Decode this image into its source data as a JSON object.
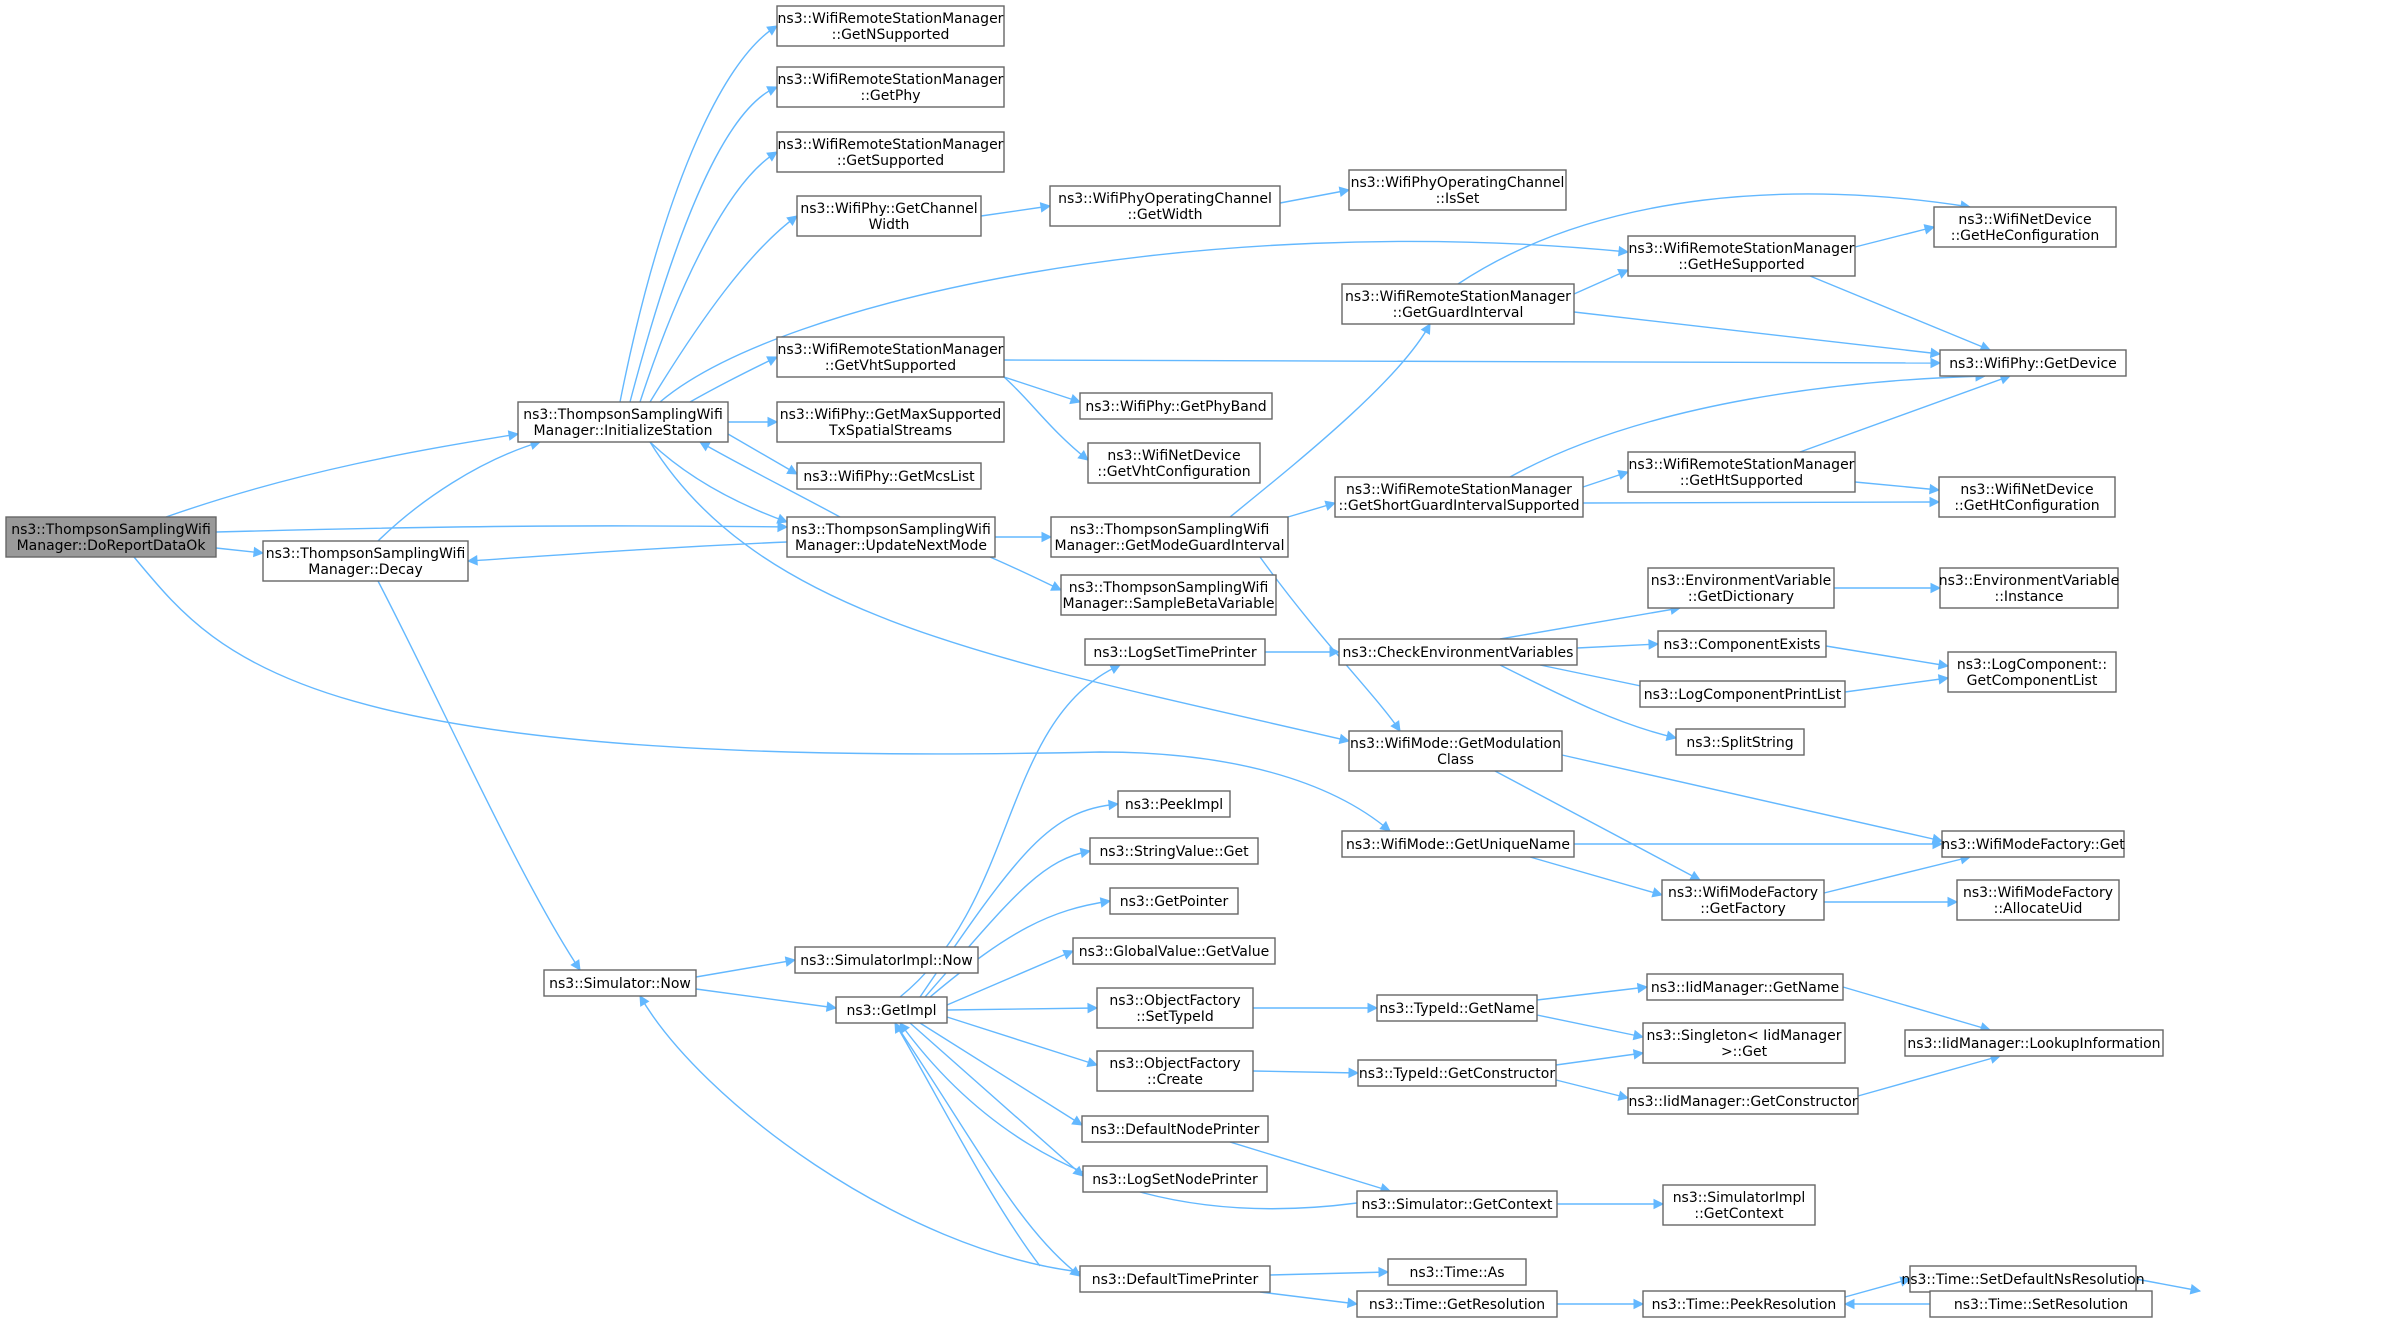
{
  "diagram": {
    "edge_color": "#63b8ff",
    "root_fill": "#999999",
    "node_border": "#666666",
    "nodes": [
      {
        "id": "root",
        "lines": [
          "ns3::ThompsonSamplingWifi",
          "Manager::DoReportDataOk"
        ],
        "root": true
      },
      {
        "id": "init",
        "lines": [
          "ns3::ThompsonSamplingWifi",
          "Manager::InitializeStation"
        ]
      },
      {
        "id": "decay",
        "lines": [
          "ns3::ThompsonSamplingWifi",
          "Manager::Decay"
        ]
      },
      {
        "id": "update",
        "lines": [
          "ns3::ThompsonSamplingWifi",
          "Manager::UpdateNextMode"
        ]
      },
      {
        "id": "getnsupp",
        "lines": [
          "ns3::WifiRemoteStationManager",
          "::GetNSupported"
        ]
      },
      {
        "id": "getphy",
        "lines": [
          "ns3::WifiRemoteStationManager",
          "::GetPhy"
        ]
      },
      {
        "id": "getsupp",
        "lines": [
          "ns3::WifiRemoteStationManager",
          "::GetSupported"
        ]
      },
      {
        "id": "chanwidth",
        "lines": [
          "ns3::WifiPhy::GetChannel",
          "Width"
        ]
      },
      {
        "id": "opchanwidth",
        "lines": [
          "ns3::WifiPhyOperatingChannel",
          "::GetWidth"
        ]
      },
      {
        "id": "isset",
        "lines": [
          "ns3::WifiPhyOperatingChannel",
          "::IsSet"
        ]
      },
      {
        "id": "vhtsupp",
        "lines": [
          "ns3::WifiRemoteStationManager",
          "::GetVhtSupported"
        ]
      },
      {
        "id": "maxss",
        "lines": [
          "ns3::WifiPhy::GetMaxSupported",
          "TxSpatialStreams"
        ]
      },
      {
        "id": "mcslist",
        "lines": [
          "ns3::WifiPhy::GetMcsList"
        ]
      },
      {
        "id": "phyband",
        "lines": [
          "ns3::WifiPhy::GetPhyBand"
        ]
      },
      {
        "id": "vhtconf",
        "lines": [
          "ns3::WifiNetDevice",
          "::GetVhtConfiguration"
        ]
      },
      {
        "id": "heconf",
        "lines": [
          "ns3::WifiNetDevice",
          "::GetHeConfiguration"
        ]
      },
      {
        "id": "hesupp",
        "lines": [
          "ns3::WifiRemoteStationManager",
          "::GetHeSupported"
        ]
      },
      {
        "id": "gi",
        "lines": [
          "ns3::WifiRemoteStationManager",
          "::GetGuardInterval"
        ]
      },
      {
        "id": "getdevice",
        "lines": [
          "ns3::WifiPhy::GetDevice"
        ]
      },
      {
        "id": "sgisupp",
        "lines": [
          "ns3::WifiRemoteStationManager",
          "::GetShortGuardIntervalSupported"
        ]
      },
      {
        "id": "htsupp",
        "lines": [
          "ns3::WifiRemoteStationManager",
          "::GetHtSupported"
        ]
      },
      {
        "id": "htconf",
        "lines": [
          "ns3::WifiNetDevice",
          "::GetHtConfiguration"
        ]
      },
      {
        "id": "modegi",
        "lines": [
          "ns3::ThompsonSamplingWifi",
          "Manager::GetModeGuardInterval"
        ]
      },
      {
        "id": "beta",
        "lines": [
          "ns3::ThompsonSamplingWifi",
          "Manager::SampleBetaVariable"
        ]
      },
      {
        "id": "envdict",
        "lines": [
          "ns3::EnvironmentVariable",
          "::GetDictionary"
        ]
      },
      {
        "id": "envinst",
        "lines": [
          "ns3::EnvironmentVariable",
          "::Instance"
        ]
      },
      {
        "id": "logsettp",
        "lines": [
          "ns3::LogSetTimePrinter"
        ]
      },
      {
        "id": "checkenv",
        "lines": [
          "ns3::CheckEnvironmentVariables"
        ]
      },
      {
        "id": "compexists",
        "lines": [
          "ns3::ComponentExists"
        ]
      },
      {
        "id": "complist",
        "lines": [
          "ns3::LogComponent::",
          "GetComponentList"
        ]
      },
      {
        "id": "logcompprint",
        "lines": [
          "ns3::LogComponentPrintList"
        ]
      },
      {
        "id": "splitstring",
        "lines": [
          "ns3::SplitString"
        ]
      },
      {
        "id": "modclass",
        "lines": [
          "ns3::WifiMode::GetModulation",
          "Class"
        ]
      },
      {
        "id": "peekimpl",
        "lines": [
          "ns3::PeekImpl"
        ]
      },
      {
        "id": "strget",
        "lines": [
          "ns3::StringValue::Get"
        ]
      },
      {
        "id": "getuniq",
        "lines": [
          "ns3::WifiMode::GetUniqueName"
        ]
      },
      {
        "id": "wmfget",
        "lines": [
          "ns3::WifiModeFactory::Get"
        ]
      },
      {
        "id": "getptr",
        "lines": [
          "ns3::GetPointer"
        ]
      },
      {
        "id": "getfactory",
        "lines": [
          "ns3::WifiModeFactory",
          "::GetFactory"
        ]
      },
      {
        "id": "allocuid",
        "lines": [
          "ns3::WifiModeFactory",
          "::AllocateUid"
        ]
      },
      {
        "id": "gvget",
        "lines": [
          "ns3::GlobalValue::GetValue"
        ]
      },
      {
        "id": "simnow",
        "lines": [
          "ns3::Simulator::Now"
        ]
      },
      {
        "id": "implnow",
        "lines": [
          "ns3::SimulatorImpl::Now"
        ]
      },
      {
        "id": "iidgetname",
        "lines": [
          "ns3::IidManager::GetName"
        ]
      },
      {
        "id": "settypeid",
        "lines": [
          "ns3::ObjectFactory",
          "::SetTypeId"
        ]
      },
      {
        "id": "tidgetname",
        "lines": [
          "ns3::TypeId::GetName"
        ]
      },
      {
        "id": "getimpl",
        "lines": [
          "ns3::GetImpl"
        ]
      },
      {
        "id": "singget",
        "lines": [
          "ns3::Singleton< IidManager",
          ">::Get"
        ]
      },
      {
        "id": "lookup",
        "lines": [
          "ns3::IidManager::LookupInformation"
        ]
      },
      {
        "id": "ofcreate",
        "lines": [
          "ns3::ObjectFactory",
          "::Create"
        ]
      },
      {
        "id": "tidgetctor",
        "lines": [
          "ns3::TypeId::GetConstructor"
        ]
      },
      {
        "id": "iidgetctor",
        "lines": [
          "ns3::IidManager::GetConstructor"
        ]
      },
      {
        "id": "defnode",
        "lines": [
          "ns3::DefaultNodePrinter"
        ]
      },
      {
        "id": "logsetnode",
        "lines": [
          "ns3::LogSetNodePrinter"
        ]
      },
      {
        "id": "simctx",
        "lines": [
          "ns3::Simulator::GetContext"
        ]
      },
      {
        "id": "implctx",
        "lines": [
          "ns3::SimulatorImpl",
          "::GetContext"
        ]
      },
      {
        "id": "timeas",
        "lines": [
          "ns3::Time::As"
        ]
      },
      {
        "id": "deftime",
        "lines": [
          "ns3::DefaultTimePrinter"
        ]
      },
      {
        "id": "getres",
        "lines": [
          "ns3::Time::GetResolution"
        ]
      },
      {
        "id": "peekres",
        "lines": [
          "ns3::Time::PeekResolution"
        ]
      },
      {
        "id": "setdefns",
        "lines": [
          "ns3::Time::SetDefaultNsResolution"
        ]
      },
      {
        "id": "setres",
        "lines": [
          "ns3::Time::SetResolution"
        ]
      }
    ]
  }
}
